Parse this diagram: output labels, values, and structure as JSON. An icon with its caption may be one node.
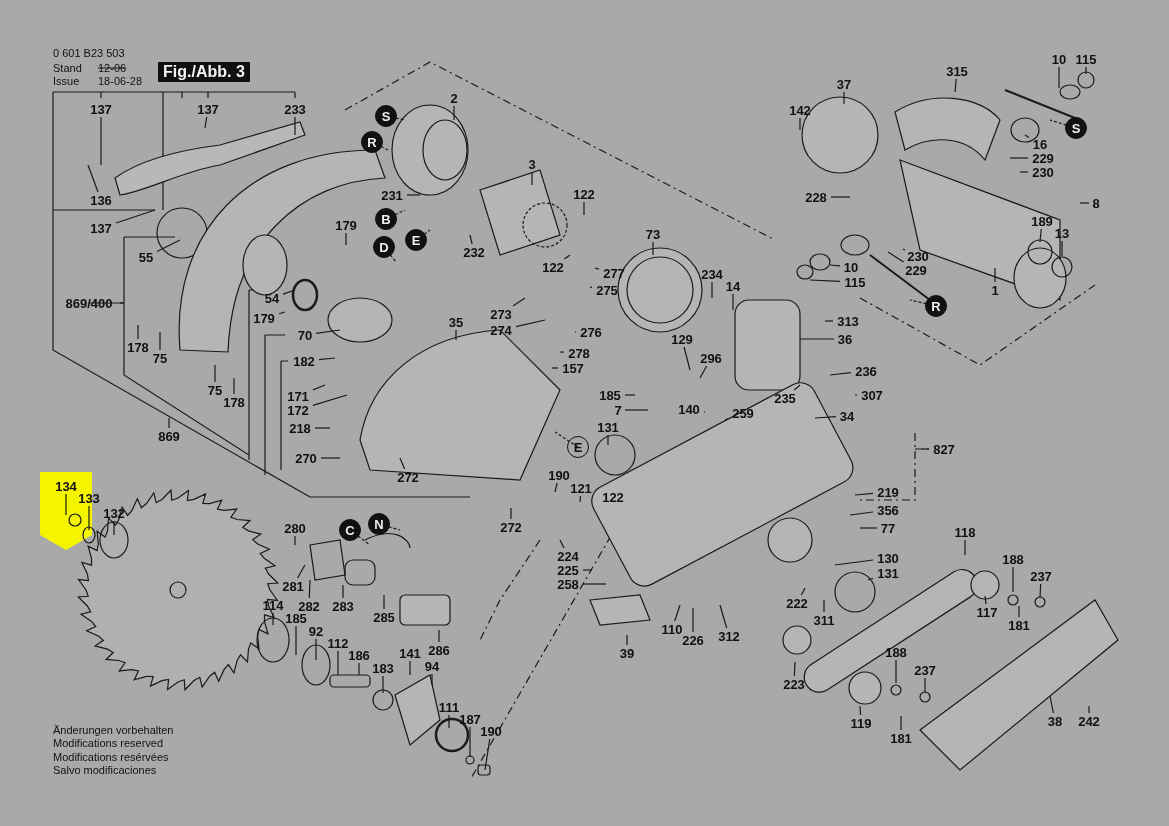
{
  "diagram": {
    "title": "Fig./Abb. 3",
    "nodes": [
      {
        "text": [
          "S"
        ]
      },
      {
        "text": [
          "R"
        ]
      },
      {
        "text": [
          "B"
        ]
      },
      {
        "text": [
          "D"
        ]
      },
      {
        "text": [
          "E"
        ]
      },
      {
        "text": [
          "S"
        ]
      },
      {
        "text": [
          "R"
        ]
      },
      {
        "text": [
          "C"
        ]
      },
      {
        "text": [
          "N"
        ]
      },
      {
        "text": [
          "E"
        ]
      }
    ],
    "labels": [
      "0 601 B23 503",
      "Stand",
      "12-06",
      "Issue",
      "18-06-28",
      "137",
      "137",
      "233",
      "136",
      "137",
      "55",
      "869/400",
      "54",
      "179",
      "70",
      "179",
      "178",
      "75",
      "75",
      "178",
      "869",
      "182",
      "171",
      "172",
      "218",
      "270",
      "272",
      "35",
      "2",
      "231",
      "232",
      "3",
      "122",
      "122",
      "277",
      "275",
      "273",
      "274",
      "276",
      "278",
      "157",
      "73",
      "234",
      "14",
      "129",
      "296",
      "185",
      "7",
      "140",
      "259",
      "131",
      "190",
      "121",
      "122",
      "272",
      "224",
      "225",
      "258",
      "39",
      "110",
      "226",
      "312",
      "222",
      "311",
      "223",
      "130",
      "131",
      "219",
      "356",
      "77",
      "827",
      "34",
      "235",
      "307",
      "236",
      "36",
      "313",
      "118",
      "188",
      "237",
      "117",
      "181",
      "188",
      "237",
      "119",
      "181",
      "38",
      "242",
      "142",
      "37",
      "315",
      "10",
      "115",
      "16",
      "229",
      "230",
      "8",
      "228",
      "189",
      "13",
      "10",
      "230",
      "229",
      "115",
      "1",
      "134",
      "133",
      "132",
      "280",
      "281",
      "282",
      "283",
      "285",
      "286",
      "114",
      "185",
      "92",
      "112",
      "186",
      "183",
      "141",
      "94",
      "111",
      "187",
      "Änderungen vorbehalten",
      "190",
      "Modifications reserved",
      "Modifications resérvées",
      "Salvo modificaciones"
    ]
  }
}
